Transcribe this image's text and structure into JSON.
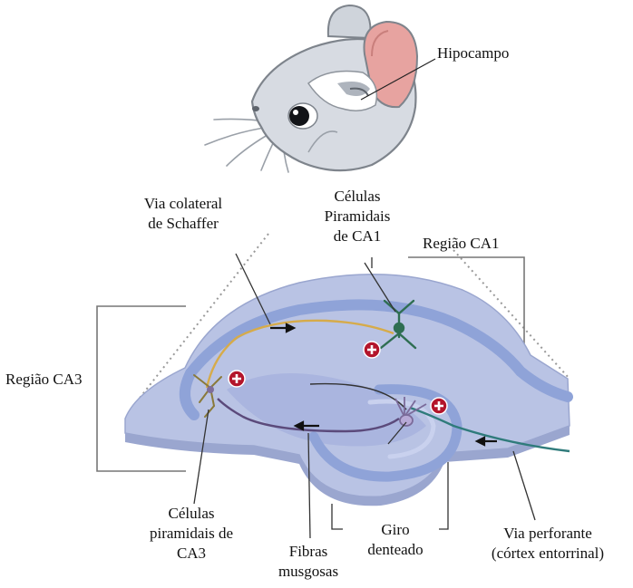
{
  "labels": {
    "hipocampo": "Hipocampo",
    "via_colateral_1": "Via colateral",
    "via_colateral_2": "de Schaffer",
    "celulas_ca1_1": "Células",
    "celulas_ca1_2": "Piramidais",
    "celulas_ca1_3": "de CA1",
    "regiao_ca1": "Região CA1",
    "regiao_ca3": "Região CA3",
    "celulas_ca3_1": "Células",
    "celulas_ca3_2": "piramidais de",
    "celulas_ca3_3": "CA3",
    "fibras_1": "Fibras",
    "fibras_2": "musgosas",
    "giro_1": "Giro",
    "giro_2": "denteado",
    "via_perforante_1": "Via perforante",
    "via_perforante_2": "(córtex entorrinal)"
  },
  "colors": {
    "hippocampus_fill": "#b9c3e4",
    "hippocampus_band": "#8fa3d8",
    "schaffer_axon": "#d6ab4a",
    "perforant_path": "#2f7b7b",
    "mouse_body": "#d7dbe2",
    "ear_inner": "#e7a3a0",
    "plus_marker": "#b3152b"
  }
}
